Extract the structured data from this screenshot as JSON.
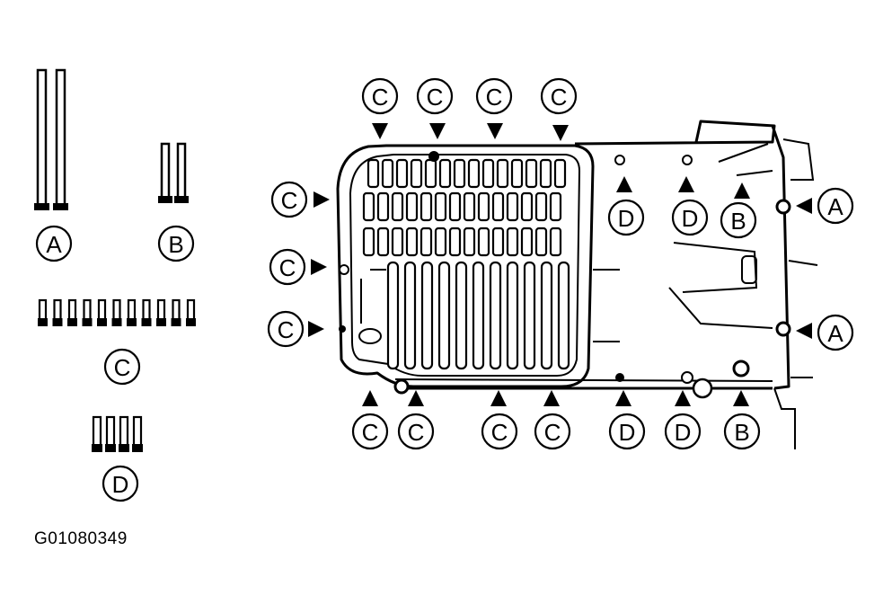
{
  "figure_code": "G01080349",
  "legend": [
    {
      "letter": "A"
    },
    {
      "letter": "B"
    },
    {
      "letter": "C"
    },
    {
      "letter": "D"
    }
  ],
  "callouts": [
    {
      "letter": "C"
    },
    {
      "letter": "C"
    },
    {
      "letter": "C"
    },
    {
      "letter": "C"
    },
    {
      "letter": "C"
    },
    {
      "letter": "C"
    },
    {
      "letter": "C"
    },
    {
      "letter": "D"
    },
    {
      "letter": "D"
    },
    {
      "letter": "B"
    },
    {
      "letter": "A"
    },
    {
      "letter": "A"
    },
    {
      "letter": "C"
    },
    {
      "letter": "C"
    },
    {
      "letter": "C"
    },
    {
      "letter": "C"
    },
    {
      "letter": "D"
    },
    {
      "letter": "D"
    },
    {
      "letter": "B"
    }
  ]
}
